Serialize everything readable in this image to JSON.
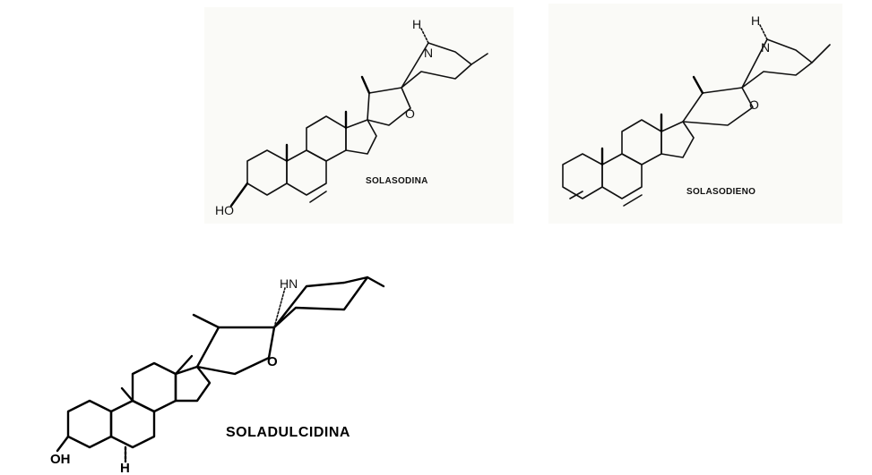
{
  "compounds": [
    {
      "name": "SOLASODINA",
      "atoms": {
        "hydrogen": "H",
        "nitrogen": "N",
        "oxygen": "O",
        "hydroxyl": "HO"
      }
    },
    {
      "name": "SOLASODIENO",
      "atoms": {
        "hydrogen": "H",
        "nitrogen": "N",
        "oxygen": "O"
      }
    },
    {
      "name": "SOLADULCIDINA",
      "atoms": {
        "amine": "HN",
        "oxygen": "O",
        "hydroxyl": "OH",
        "hydrogen": "H"
      }
    }
  ]
}
